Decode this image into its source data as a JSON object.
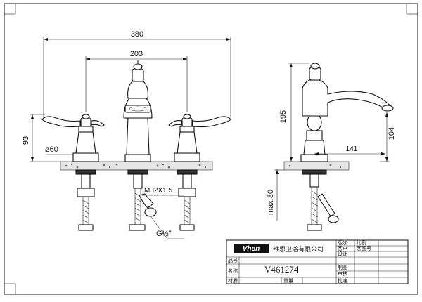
{
  "dimensions": {
    "overall_width": "380",
    "center_spread": "203",
    "handle_height": "93",
    "base_diameter": "⌀60",
    "thread_spec": "M32X1.5",
    "pipe_thread": "G½\"",
    "spout_height": "195",
    "spout_outlet_height": "104",
    "spout_reach": "141",
    "max_deck": "max.30"
  },
  "title_block": {
    "brand_logo": "Vhen",
    "company": "维恩卫浴有限公司",
    "model_number": "V461274",
    "labels": {
      "row_label_1": "品号",
      "row_label_2": "名称",
      "row_label_3": "材质",
      "row_label_4": "审核",
      "side_1": "版次",
      "side_2": "比例",
      "side_3": "客户",
      "side_4": "客图号",
      "side_5": "设计",
      "side_6": "制图",
      "side_7": "审核",
      "side_8": "批准",
      "bottom_1": "材质",
      "bottom_2": "重量"
    }
  }
}
